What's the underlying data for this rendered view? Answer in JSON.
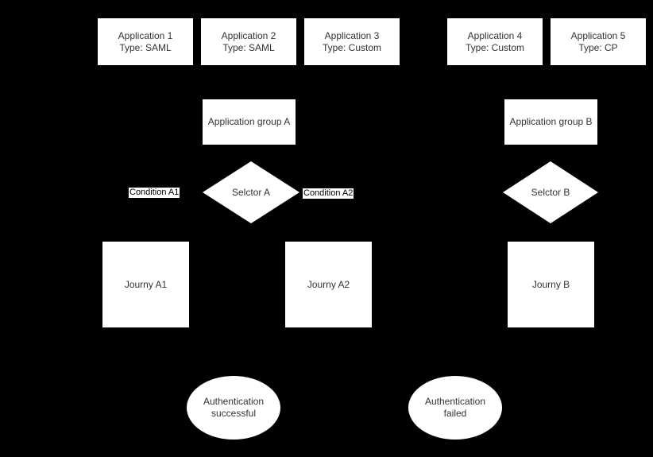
{
  "canvas": {
    "background_color": "#000000",
    "node_fill_color": "#ffffff",
    "node_text_color": "#333333"
  },
  "applications": [
    {
      "name": "Application 1",
      "type_label": "Type: SAML"
    },
    {
      "name": "Application 2",
      "type_label": "Type: SAML"
    },
    {
      "name": "Application 3",
      "type_label": "Type: Custom"
    },
    {
      "name": "Application 4",
      "type_label": "Type: Custom"
    },
    {
      "name": "Application 5",
      "type_label": "Type: CP"
    }
  ],
  "groups": [
    {
      "label": "Application group A"
    },
    {
      "label": "Application group B"
    }
  ],
  "selectors": [
    {
      "label": "Selctor A"
    },
    {
      "label": "Selctor B"
    }
  ],
  "conditions": [
    {
      "label": "Condition A1"
    },
    {
      "label": "Condition A2"
    }
  ],
  "journeys": [
    {
      "label": "Journy A1"
    },
    {
      "label": "Journy A2"
    },
    {
      "label": "Journy B"
    }
  ],
  "outcomes": [
    {
      "line1": "Authentication",
      "line2": "successful"
    },
    {
      "line1": "Authentication",
      "line2": "failed"
    }
  ]
}
